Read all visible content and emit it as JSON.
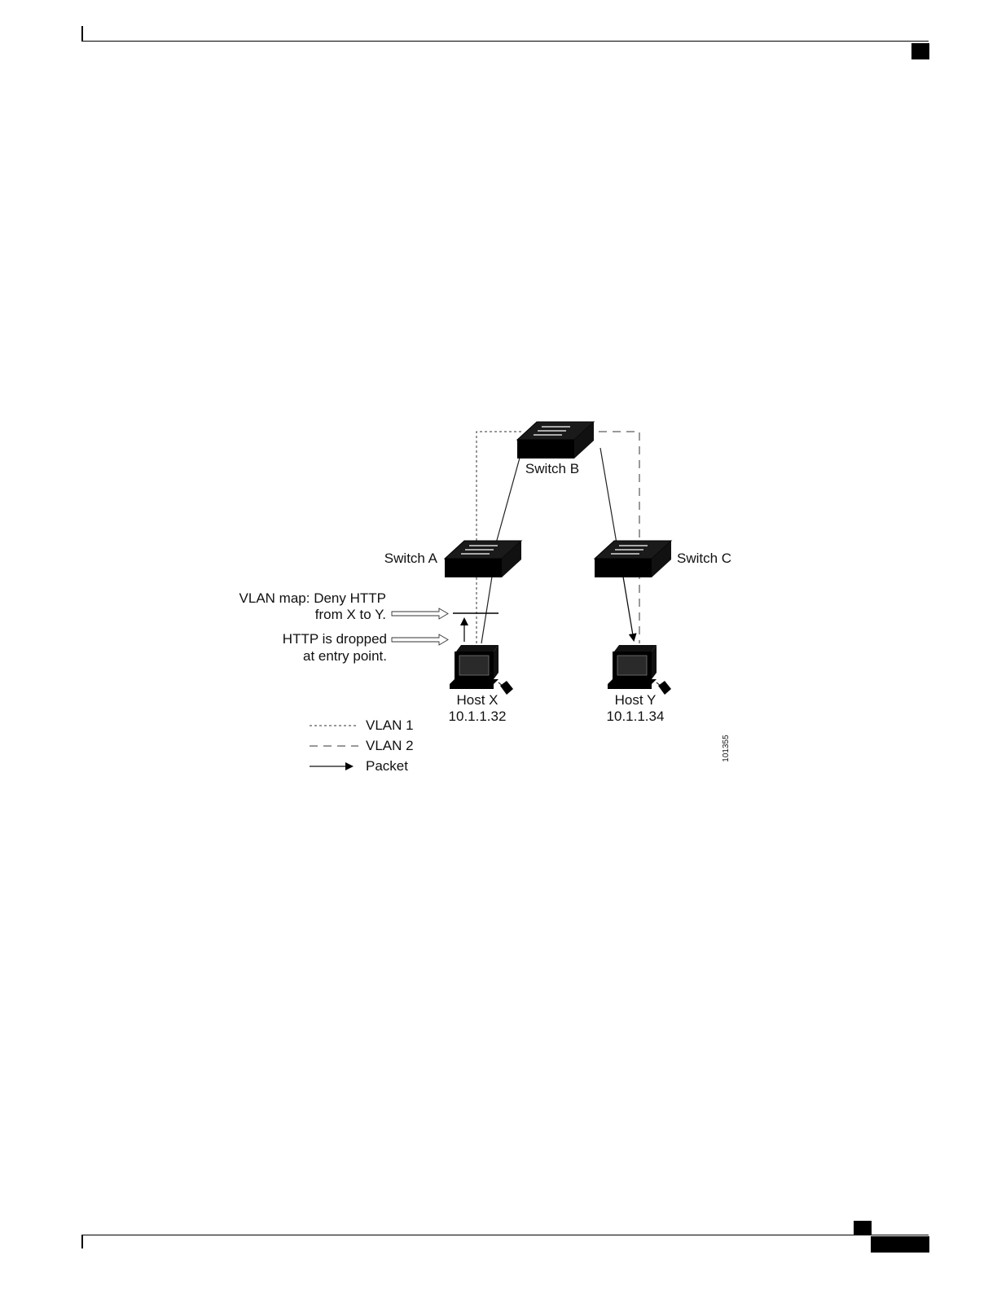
{
  "diagram": {
    "switch_b_label": "Switch B",
    "switch_a_label": "Switch A",
    "switch_c_label": "Switch C",
    "vlan_map_line1": "VLAN map: Deny HTTP",
    "vlan_map_line2": "from X to Y.",
    "dropped_line1": "HTTP is dropped",
    "dropped_line2": "at entry point.",
    "host_x_name": "Host X",
    "host_x_ip": "10.1.1.32",
    "host_y_name": "Host Y",
    "host_y_ip": "10.1.1.34",
    "figure_id": "101355"
  },
  "legend": {
    "vlan1": "VLAN 1",
    "vlan2": "VLAN 2",
    "packet": "Packet"
  }
}
